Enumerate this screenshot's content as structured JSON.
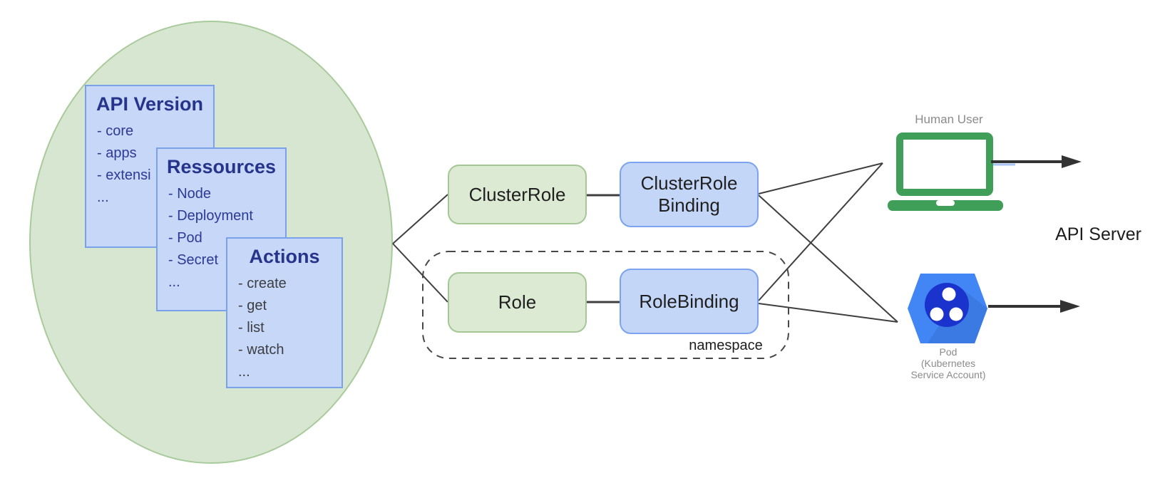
{
  "colors": {
    "ellipse-fill": "#d7e6d0",
    "ellipse-stroke": "#a9cb9c",
    "card-fill": "#c7d7f7",
    "card-stroke": "#7aa2ea",
    "card-title": "#27348b",
    "item-navy": "#2d3a96",
    "item-gray": "#3b3e42",
    "green-box-fill": "#dcead4",
    "green-box-stroke": "#a4c795",
    "blue-box-fill": "#c4d6f8",
    "blue-box-stroke": "#7ca3ef",
    "line": "#3f3f3f",
    "laptop-green": "#3f9e58",
    "pod-hex": "#4285f4",
    "pod-hex-shadow": "#3b79e3",
    "pod-circle": "#1a33cc",
    "label-gray": "#8b8b8b",
    "text-dark": "#1d1d1d"
  },
  "cluster_scope": {
    "cards": [
      {
        "title": "API Version",
        "items": [
          "- core",
          "- apps",
          "- extensi",
          "..."
        ]
      },
      {
        "title": "Ressources",
        "items": [
          "- Node",
          "- Deployment",
          "- Pod",
          "- Secret",
          "..."
        ]
      },
      {
        "title": "Actions",
        "items": [
          "- create",
          "- get",
          "- list",
          "- watch",
          "..."
        ]
      }
    ]
  },
  "rbac": {
    "cluster_role_label": "ClusterRole",
    "cluster_role_binding_label": "ClusterRole Binding",
    "role_label": "Role",
    "role_binding_label": "RoleBinding",
    "namespace_label": "namespace"
  },
  "subjects": {
    "human_user_label": "Human User",
    "pod_label_lines": [
      "Pod",
      "(Kubernetes",
      "Service Account)"
    ]
  },
  "api_server_label": "API Server"
}
